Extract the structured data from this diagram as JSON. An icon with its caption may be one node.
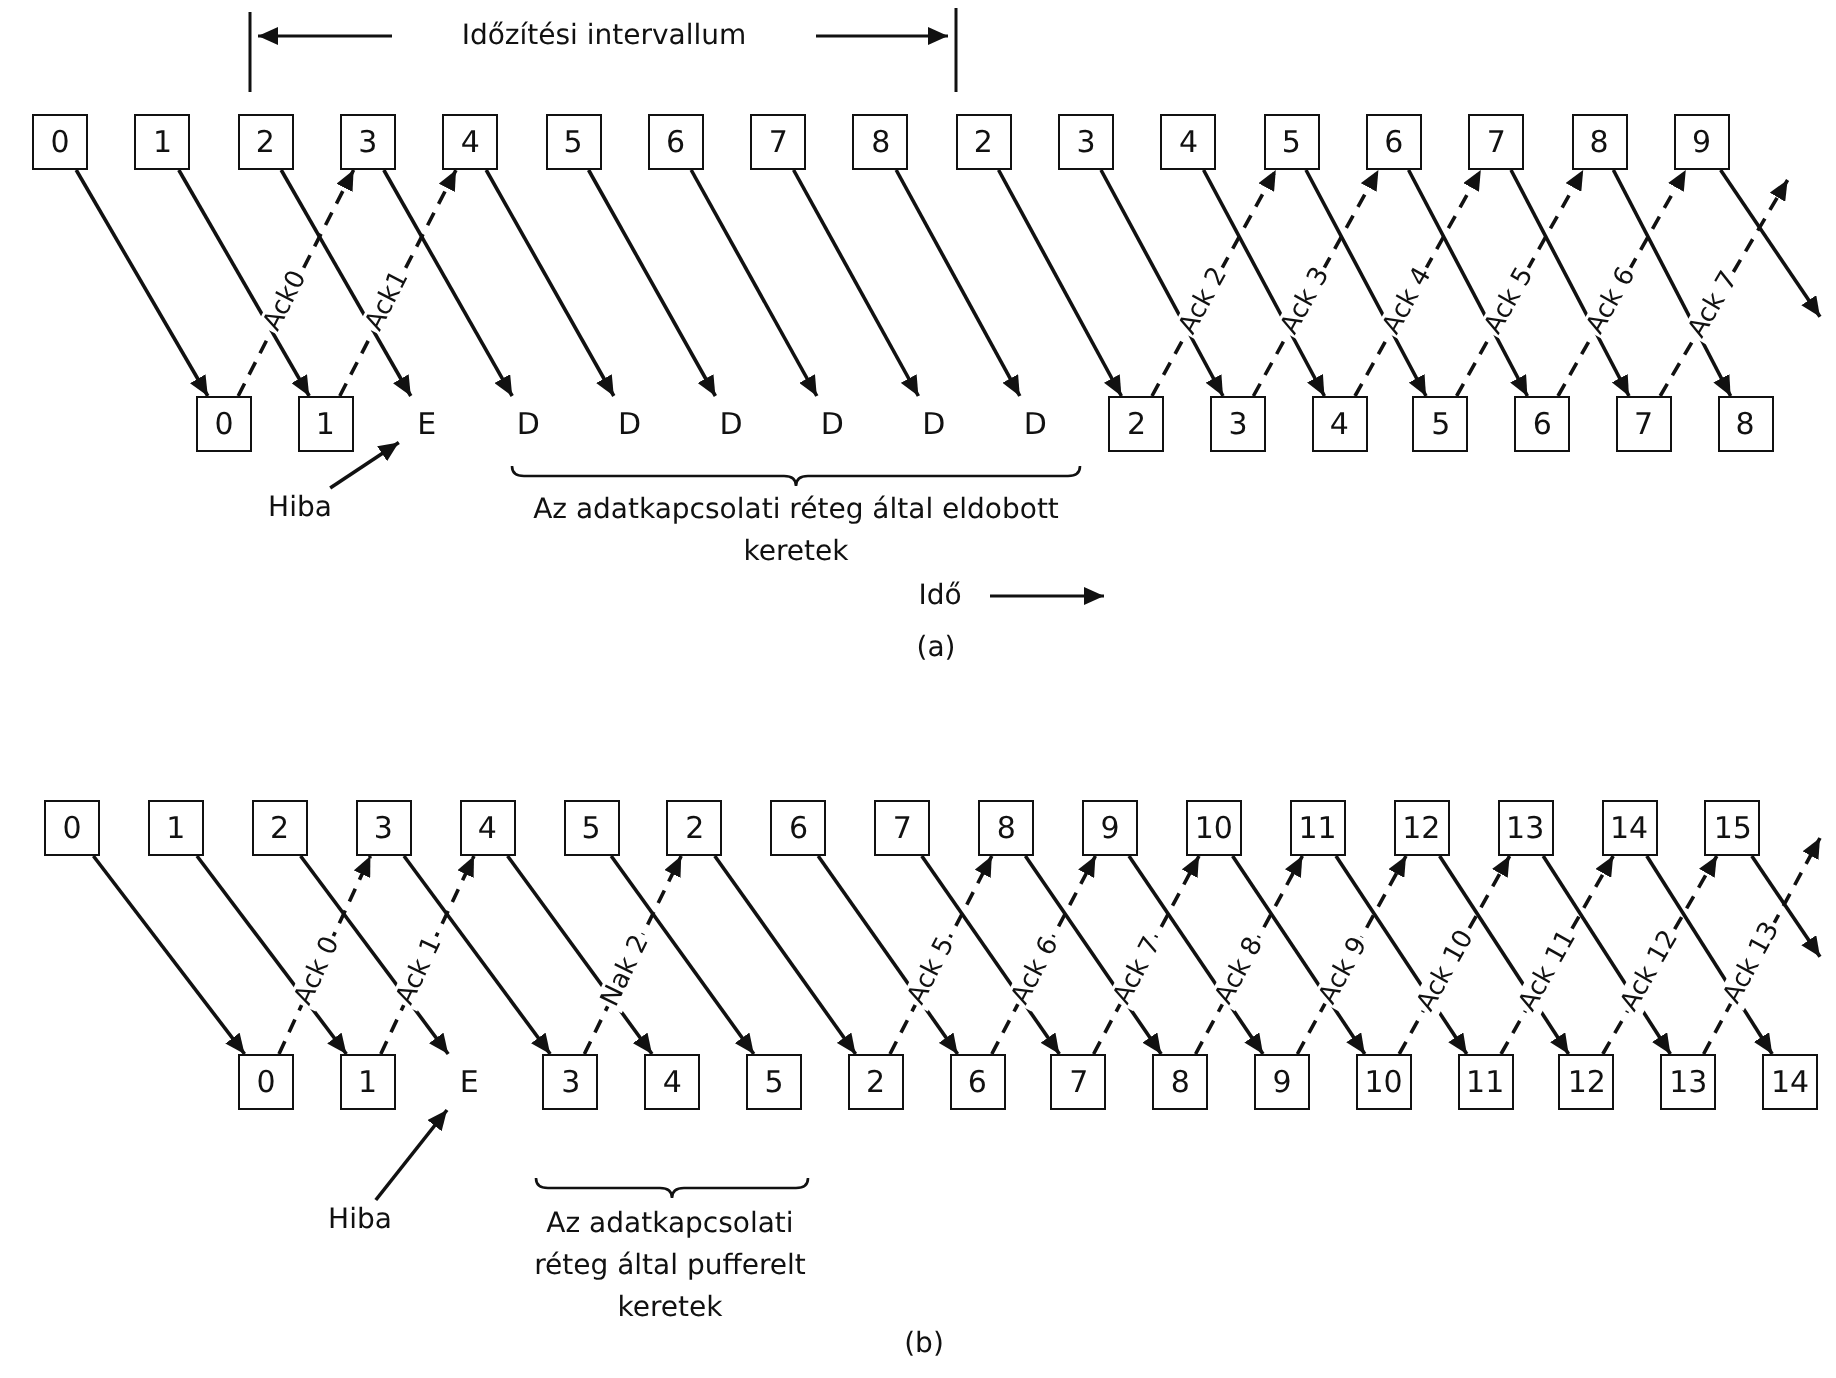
{
  "diagram": {
    "nodes": [
      {
        "text": [
          "0"
        ]
      },
      {
        "text": [
          "1"
        ]
      },
      {
        "text": [
          "2"
        ]
      },
      {
        "text": [
          "3"
        ]
      },
      {
        "text": [
          "4"
        ]
      },
      {
        "text": [
          "5"
        ]
      },
      {
        "text": [
          "6"
        ]
      },
      {
        "text": [
          "7"
        ]
      },
      {
        "text": [
          "8"
        ]
      },
      {
        "text": [
          "2"
        ]
      },
      {
        "text": [
          "3"
        ]
      },
      {
        "text": [
          "4"
        ]
      },
      {
        "text": [
          "5"
        ]
      },
      {
        "text": [
          "6"
        ]
      },
      {
        "text": [
          "7"
        ]
      },
      {
        "text": [
          "8"
        ]
      },
      {
        "text": [
          "9"
        ]
      },
      {
        "text": [
          "0"
        ]
      },
      {
        "text": [
          "1"
        ]
      },
      {
        "text": [
          "E"
        ]
      },
      {
        "text": [
          "D"
        ]
      },
      {
        "text": [
          "D"
        ]
      },
      {
        "text": [
          "D"
        ]
      },
      {
        "text": [
          "D"
        ]
      },
      {
        "text": [
          "D"
        ]
      },
      {
        "text": [
          "D"
        ]
      },
      {
        "text": [
          "2"
        ]
      },
      {
        "text": [
          "3"
        ]
      },
      {
        "text": [
          "4"
        ]
      },
      {
        "text": [
          "5"
        ]
      },
      {
        "text": [
          "6"
        ]
      },
      {
        "text": [
          "7"
        ]
      },
      {
        "text": [
          "8"
        ]
      },
      {
        "text": [
          "Hiba"
        ]
      },
      {
        "text": [
          "0"
        ]
      },
      {
        "text": [
          "1"
        ]
      },
      {
        "text": [
          "2"
        ]
      },
      {
        "text": [
          "3"
        ]
      },
      {
        "text": [
          "4"
        ]
      },
      {
        "text": [
          "5"
        ]
      },
      {
        "text": [
          "2"
        ]
      },
      {
        "text": [
          "6"
        ]
      },
      {
        "text": [
          "7"
        ]
      },
      {
        "text": [
          "8"
        ]
      },
      {
        "text": [
          "9"
        ]
      },
      {
        "text": [
          "10"
        ]
      },
      {
        "text": [
          "11"
        ]
      },
      {
        "text": [
          "12"
        ]
      },
      {
        "text": [
          "13"
        ]
      },
      {
        "text": [
          "14"
        ]
      },
      {
        "text": [
          "15"
        ]
      },
      {
        "text": [
          "0"
        ]
      },
      {
        "text": [
          "1"
        ]
      },
      {
        "text": [
          "E"
        ]
      },
      {
        "text": [
          "3"
        ]
      },
      {
        "text": [
          "4"
        ]
      },
      {
        "text": [
          "5"
        ]
      },
      {
        "text": [
          "2"
        ]
      },
      {
        "text": [
          "6"
        ]
      },
      {
        "text": [
          "7"
        ]
      },
      {
        "text": [
          "8"
        ]
      },
      {
        "text": [
          "9"
        ]
      },
      {
        "text": [
          "10"
        ]
      },
      {
        "text": [
          "11"
        ]
      },
      {
        "text": [
          "12"
        ]
      },
      {
        "text": [
          "13"
        ]
      },
      {
        "text": [
          "14"
        ]
      },
      {
        "text": [
          "Hiba"
        ]
      }
    ],
    "edges": [
      {
        "from": 0,
        "to": 17,
        "arrow": "to"
      },
      {
        "from": 1,
        "to": 18,
        "arrow": "to"
      },
      {
        "from": 2,
        "to": 19,
        "arrow": "to"
      },
      {
        "from": 3,
        "to": 20,
        "arrow": "to"
      },
      {
        "from": 4,
        "to": 21,
        "arrow": "to"
      },
      {
        "from": 5,
        "to": 22,
        "arrow": "to"
      },
      {
        "from": 6,
        "to": 23,
        "arrow": "to"
      },
      {
        "from": 7,
        "to": 24,
        "arrow": "to"
      },
      {
        "from": 8,
        "to": 25,
        "arrow": "to"
      },
      {
        "from": 9,
        "to": 26,
        "arrow": "to"
      },
      {
        "from": 10,
        "to": 27,
        "arrow": "to"
      },
      {
        "from": 11,
        "to": 28,
        "arrow": "to"
      },
      {
        "from": 12,
        "to": 29,
        "arrow": "to"
      },
      {
        "from": 13,
        "to": 30,
        "arrow": "to"
      },
      {
        "from": 14,
        "to": 31,
        "arrow": "to"
      },
      {
        "from": 15,
        "to": 32,
        "arrow": "to"
      },
      {
        "from": 16,
        "to": null,
        "arrow": "to"
      },
      {
        "from": 17,
        "to": 3,
        "arrow": "to",
        "label": "Ack0",
        "style": "dashed"
      },
      {
        "from": 18,
        "to": 4,
        "arrow": "to",
        "label": "Ack1",
        "style": "dashed"
      },
      {
        "from": 26,
        "to": 12,
        "arrow": "to",
        "label": "Ack 2",
        "style": "dashed"
      },
      {
        "from": 27,
        "to": 13,
        "arrow": "to",
        "label": "Ack 3",
        "style": "dashed"
      },
      {
        "from": 28,
        "to": 14,
        "arrow": "to",
        "label": "Ack 4",
        "style": "dashed"
      },
      {
        "from": 29,
        "to": 15,
        "arrow": "to",
        "label": "Ack 5",
        "style": "dashed"
      },
      {
        "from": 30,
        "to": 16,
        "arrow": "to",
        "label": "Ack 6",
        "style": "dashed"
      },
      {
        "from": 31,
        "to": null,
        "arrow": "to",
        "label": "Ack 7",
        "style": "dashed"
      },
      {
        "from": 33,
        "to": 19,
        "arrow": "to"
      },
      {
        "from": 34,
        "to": 51,
        "arrow": "to"
      },
      {
        "from": 35,
        "to": 52,
        "arrow": "to"
      },
      {
        "from": 36,
        "to": 53,
        "arrow": "to"
      },
      {
        "from": 37,
        "to": 54,
        "arrow": "to"
      },
      {
        "from": 38,
        "to": 55,
        "arrow": "to"
      },
      {
        "from": 39,
        "to": 56,
        "arrow": "to"
      },
      {
        "from": 40,
        "to": 57,
        "arrow": "to"
      },
      {
        "from": 41,
        "to": 58,
        "arrow": "to"
      },
      {
        "from": 42,
        "to": 59,
        "arrow": "to"
      },
      {
        "from": 43,
        "to": 60,
        "arrow": "to"
      },
      {
        "from": 44,
        "to": 61,
        "arrow": "to"
      },
      {
        "from": 45,
        "to": 62,
        "arrow": "to"
      },
      {
        "from": 46,
        "to": 63,
        "arrow": "to"
      },
      {
        "from": 47,
        "to": 64,
        "arrow": "to"
      },
      {
        "from": 48,
        "to": 65,
        "arrow": "to"
      },
      {
        "from": 49,
        "to": 66,
        "arrow": "to"
      },
      {
        "from": 50,
        "to": null,
        "arrow": "to"
      },
      {
        "from": 51,
        "to": 37,
        "arrow": "to",
        "label": "Ack 0",
        "style": "dashed"
      },
      {
        "from": 52,
        "to": 38,
        "arrow": "to",
        "label": "Ack 1",
        "style": "dashed"
      },
      {
        "from": 54,
        "to": 40,
        "arrow": "to",
        "label": "Nak 2",
        "style": "dashed"
      },
      {
        "from": 57,
        "to": 43,
        "arrow": "to",
        "label": "Ack 5",
        "style": "dashed"
      },
      {
        "from": 58,
        "to": 44,
        "arrow": "to",
        "label": "Ack 6",
        "style": "dashed"
      },
      {
        "from": 59,
        "to": 45,
        "arrow": "to",
        "label": "Ack 7",
        "style": "dashed"
      },
      {
        "from": 60,
        "to": 46,
        "arrow": "to",
        "label": "Ack 8",
        "style": "dashed"
      },
      {
        "from": 61,
        "to": 47,
        "arrow": "to",
        "label": "Ack 9",
        "style": "dashed"
      },
      {
        "from": 62,
        "to": 48,
        "arrow": "to",
        "label": "Ack 10",
        "style": "dashed"
      },
      {
        "from": 63,
        "to": 49,
        "arrow": "to",
        "label": "Ack 11",
        "style": "dashed"
      },
      {
        "from": 64,
        "to": 50,
        "arrow": "to",
        "label": "Ack 12",
        "style": "dashed"
      },
      {
        "from": 65,
        "to": null,
        "arrow": "to",
        "label": "Ack 13",
        "style": "dashed"
      },
      {
        "from": 67,
        "to": 53,
        "arrow": "to"
      }
    ],
    "labels": [
      "Időzítési intervallum",
      "Az adatkapcsolati réteg által eldobott keretek",
      "Idő",
      "(a)",
      "Az adatkapcsolati réteg által pufferelt keretek",
      "(b)"
    ]
  }
}
